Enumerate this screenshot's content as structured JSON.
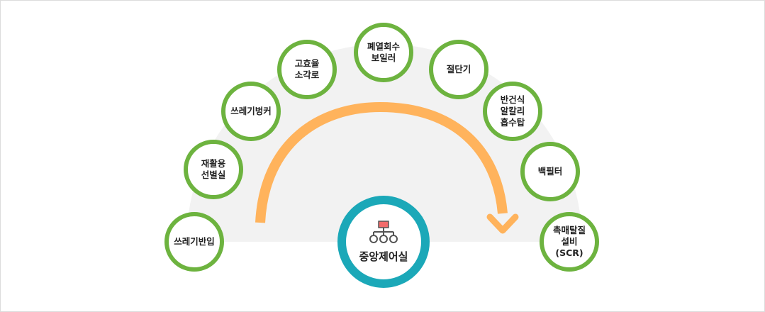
{
  "colors": {
    "node_border": "#6db33f",
    "center_border": "#1ba8b8",
    "arrow": "#ffb35c",
    "background_arc": "#f2f2f2"
  },
  "center": {
    "label": "중앙제어실",
    "icon": "network-hierarchy-icon"
  },
  "nodes": [
    "쓰레기반입",
    "재활용\n선별실",
    "쓰레기벙커",
    "고효율\n소각로",
    "폐열회수\n보일러",
    "절단기",
    "반건식\n알칼리\n흡수탑",
    "백필터",
    "촉매탈질\n설비\n(SCR)"
  ]
}
